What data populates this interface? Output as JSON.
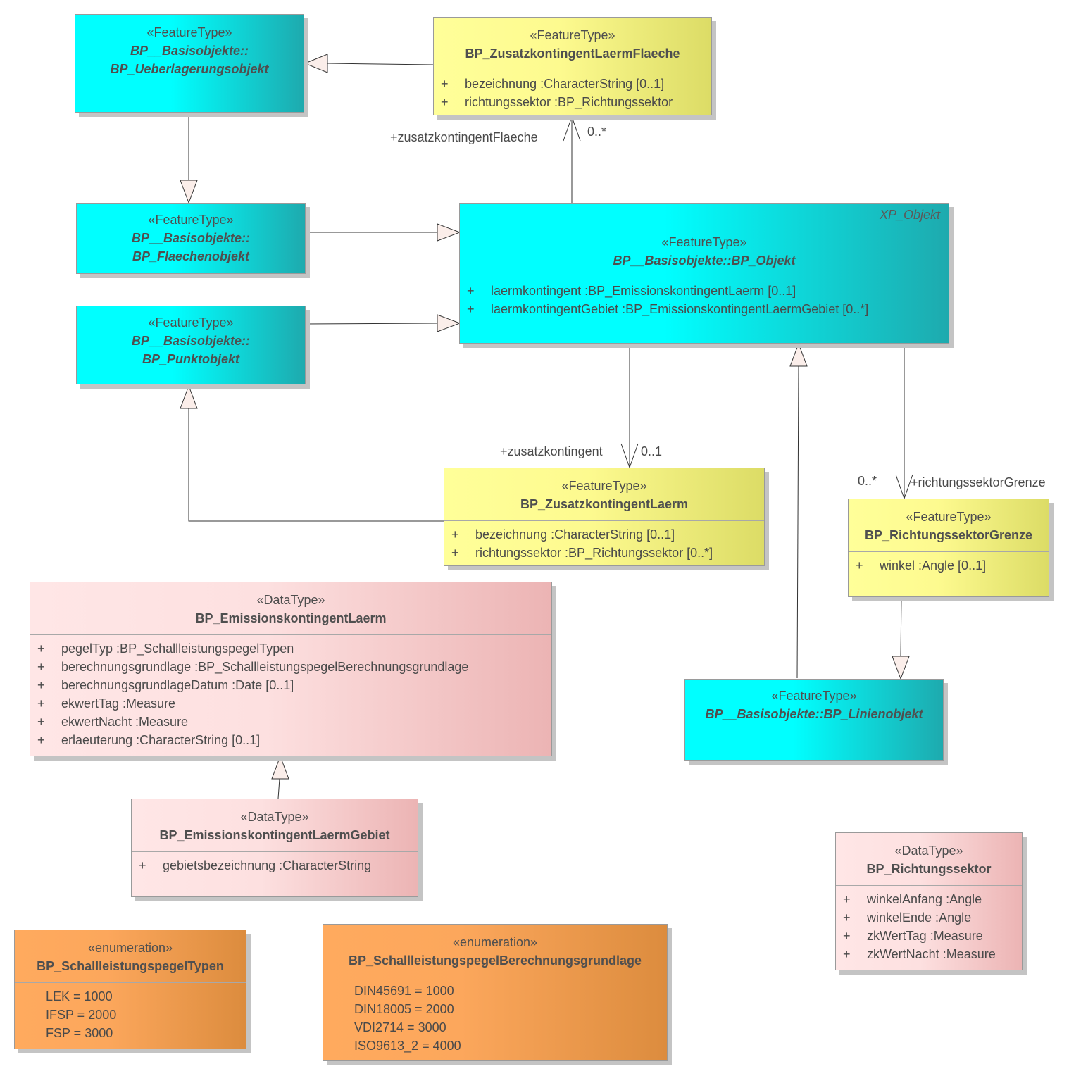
{
  "classes": {
    "ueberlagerung": {
      "stereotype": "«FeatureType»",
      "name_line1": "BP__Basisobjekte::",
      "name_line2": "BP_Ueberlagerungsobjekt"
    },
    "zk_flaeche": {
      "stereotype": "«FeatureType»",
      "name": "BP_ZusatzkontingentLaermFlaeche",
      "attributes": [
        {
          "vis": "+",
          "text": "bezeichnung  :CharacterString [0..1]"
        },
        {
          "vis": "+",
          "text": "richtungssektor  :BP_Richtungssektor"
        }
      ]
    },
    "flaechenobjekt": {
      "stereotype": "«FeatureType»",
      "name_line1": "BP__Basisobjekte::",
      "name_line2": "BP_Flaechenobjekt"
    },
    "punktobjekt": {
      "stereotype": "«FeatureType»",
      "name_line1": "BP__Basisobjekte::",
      "name_line2": "BP_Punktobjekt"
    },
    "bp_objekt": {
      "parent": "XP_Objekt",
      "stereotype": "«FeatureType»",
      "name": "BP__Basisobjekte::BP_Objekt",
      "attributes": [
        {
          "vis": "+",
          "text": "laermkontingent  :BP_EmissionskontingentLaerm [0..1]"
        },
        {
          "vis": "+",
          "text": "laermkontingentGebiet  :BP_EmissionskontingentLaermGebiet [0..*]"
        }
      ]
    },
    "zk_laerm": {
      "stereotype": "«FeatureType»",
      "name": "BP_ZusatzkontingentLaerm",
      "attributes": [
        {
          "vis": "+",
          "text": "bezeichnung  :CharacterString [0..1]"
        },
        {
          "vis": "+",
          "text": "richtungssektor  :BP_Richtungssektor [0..*]"
        }
      ]
    },
    "rs_grenze": {
      "stereotype": "«FeatureType»",
      "name": "BP_RichtungssektorGrenze",
      "attributes": [
        {
          "vis": "+",
          "text": "winkel  :Angle [0..1]"
        }
      ]
    },
    "emissions": {
      "stereotype": "«DataType»",
      "name": "BP_EmissionskontingentLaerm",
      "attributes": [
        {
          "vis": "+",
          "text": "pegelTyp  :BP_SchallleistungspegelTypen"
        },
        {
          "vis": "+",
          "text": "berechnungsgrundlage  :BP_SchallleistungspegelBerechnungsgrundlage"
        },
        {
          "vis": "+",
          "text": "berechnungsgrundlageDatum  :Date [0..1]"
        },
        {
          "vis": "+",
          "text": "ekwertTag  :Measure"
        },
        {
          "vis": "+",
          "text": "ekwertNacht  :Measure"
        },
        {
          "vis": "+",
          "text": "erlaeuterung  :CharacterString [0..1]"
        }
      ]
    },
    "linienobjekt": {
      "stereotype": "«FeatureType»",
      "name": "BP__Basisobjekte::BP_Linienobjekt"
    },
    "emissions_gebiet": {
      "stereotype": "«DataType»",
      "name": "BP_EmissionskontingentLaermGebiet",
      "attributes": [
        {
          "vis": "+",
          "text": "gebietsbezeichnung  :CharacterString"
        }
      ]
    },
    "richtungssektor": {
      "stereotype": "«DataType»",
      "name": "BP_Richtungssektor",
      "attributes": [
        {
          "vis": "+",
          "text": "winkelAnfang  :Angle"
        },
        {
          "vis": "+",
          "text": "winkelEnde  :Angle"
        },
        {
          "vis": "+",
          "text": "zkWertTag  :Measure"
        },
        {
          "vis": "+",
          "text": "zkWertNacht  :Measure"
        }
      ]
    },
    "pegel_typen": {
      "stereotype": "«enumeration»",
      "name": "BP_SchallleistungspegelTypen",
      "literals": [
        "LEK = 1000",
        "IFSP = 2000",
        "FSP = 3000"
      ]
    },
    "berechnungsgrundlage": {
      "stereotype": "«enumeration»",
      "name": "BP_SchallleistungspegelBerechnungsgrundlage",
      "literals": [
        "DIN45691 = 1000",
        "DIN18005 = 2000",
        "VDI2714 = 3000",
        "ISO9613_2 = 4000"
      ]
    }
  },
  "association_labels": {
    "zusatzkontingent_flaeche_role": "+zusatzkontingentFlaeche",
    "zusatzkontingent_flaeche_mult": "0..*",
    "zusatzkontingent_role": "+zusatzkontingent",
    "zusatzkontingent_mult": "0..1",
    "richtungssektor_grenze_mult": "0..*",
    "richtungssektor_grenze_role": "+richtungssektorGrenze"
  }
}
